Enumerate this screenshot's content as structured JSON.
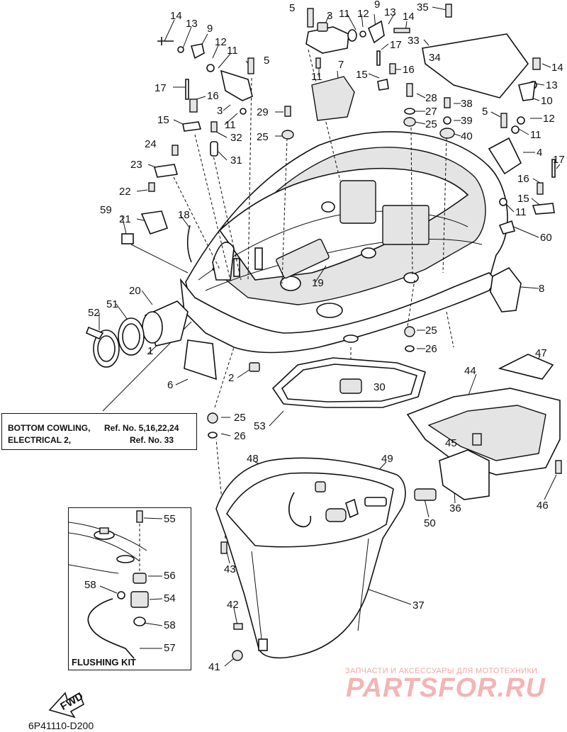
{
  "callouts": [
    {
      "id": "c14a",
      "text": "14"
    },
    {
      "id": "c13a",
      "text": "13"
    },
    {
      "id": "c9a",
      "text": "9"
    },
    {
      "id": "c12a",
      "text": "12"
    },
    {
      "id": "c11a",
      "text": "11"
    },
    {
      "id": "c5a",
      "text": "5"
    },
    {
      "id": "c17a",
      "text": "17"
    },
    {
      "id": "c16a",
      "text": "16"
    },
    {
      "id": "c3a",
      "text": "3"
    },
    {
      "id": "c11b",
      "text": "11"
    },
    {
      "id": "c15a",
      "text": "15"
    },
    {
      "id": "c32",
      "text": "32"
    },
    {
      "id": "c31",
      "text": "31"
    },
    {
      "id": "c24",
      "text": "24"
    },
    {
      "id": "c23",
      "text": "23"
    },
    {
      "id": "c22",
      "text": "22"
    },
    {
      "id": "c59",
      "text": "59"
    },
    {
      "id": "c21",
      "text": "21"
    },
    {
      "id": "c18",
      "text": "18"
    },
    {
      "id": "c5b",
      "text": "5"
    },
    {
      "id": "c3b",
      "text": "3"
    },
    {
      "id": "c11c",
      "text": "11"
    },
    {
      "id": "c12b",
      "text": "12"
    },
    {
      "id": "c9b",
      "text": "9"
    },
    {
      "id": "c13b",
      "text": "13"
    },
    {
      "id": "c14b",
      "text": "14"
    },
    {
      "id": "c33",
      "text": "33"
    },
    {
      "id": "c35",
      "text": "35"
    },
    {
      "id": "c17b",
      "text": "17"
    },
    {
      "id": "c11d",
      "text": "11"
    },
    {
      "id": "c7",
      "text": "7"
    },
    {
      "id": "c15b",
      "text": "15"
    },
    {
      "id": "c16b",
      "text": "16"
    },
    {
      "id": "c34",
      "text": "34"
    },
    {
      "id": "c29",
      "text": "29"
    },
    {
      "id": "c25a",
      "text": "25"
    },
    {
      "id": "c28",
      "text": "28"
    },
    {
      "id": "c27",
      "text": "27"
    },
    {
      "id": "c25b",
      "text": "25"
    },
    {
      "id": "c38",
      "text": "38"
    },
    {
      "id": "c39",
      "text": "39"
    },
    {
      "id": "c40",
      "text": "40"
    },
    {
      "id": "c14c",
      "text": "14"
    },
    {
      "id": "c13c",
      "text": "13"
    },
    {
      "id": "c10",
      "text": "10"
    },
    {
      "id": "c5c",
      "text": "5"
    },
    {
      "id": "c12c",
      "text": "12"
    },
    {
      "id": "c11e",
      "text": "11"
    },
    {
      "id": "c4",
      "text": "4"
    },
    {
      "id": "c17c",
      "text": "17"
    },
    {
      "id": "c16c",
      "text": "16"
    },
    {
      "id": "c15c",
      "text": "15"
    },
    {
      "id": "c11f",
      "text": "11"
    },
    {
      "id": "c60",
      "text": "60"
    },
    {
      "id": "c8",
      "text": "8"
    },
    {
      "id": "c19",
      "text": "19"
    },
    {
      "id": "c20",
      "text": "20"
    },
    {
      "id": "c51",
      "text": "51"
    },
    {
      "id": "c52",
      "text": "52"
    },
    {
      "id": "c1",
      "text": "1"
    },
    {
      "id": "c6",
      "text": "6"
    },
    {
      "id": "c2",
      "text": "2"
    },
    {
      "id": "c25c",
      "text": "25"
    },
    {
      "id": "c26a",
      "text": "26"
    },
    {
      "id": "c30",
      "text": "30"
    },
    {
      "id": "c53",
      "text": "53"
    },
    {
      "id": "c44",
      "text": "44"
    },
    {
      "id": "c47",
      "text": "47"
    },
    {
      "id": "c25d",
      "text": "25"
    },
    {
      "id": "c26b",
      "text": "26"
    },
    {
      "id": "c45",
      "text": "45"
    },
    {
      "id": "c36",
      "text": "36"
    },
    {
      "id": "c46",
      "text": "46"
    },
    {
      "id": "c48",
      "text": "48"
    },
    {
      "id": "c49",
      "text": "49"
    },
    {
      "id": "c50",
      "text": "50"
    },
    {
      "id": "c43",
      "text": "43"
    },
    {
      "id": "c37",
      "text": "37"
    },
    {
      "id": "c42",
      "text": "42"
    },
    {
      "id": "c41",
      "text": "41"
    },
    {
      "id": "c55",
      "text": "55"
    },
    {
      "id": "c56",
      "text": "56"
    },
    {
      "id": "c58a",
      "text": "58"
    },
    {
      "id": "c54",
      "text": "54"
    },
    {
      "id": "c58b",
      "text": "58"
    },
    {
      "id": "c57",
      "text": "57"
    }
  ],
  "note": {
    "row1_left": "BOTTOM COWLING,",
    "row1_right": "Ref. No. 5,16,22,24",
    "row2_left": "ELECTRICAL 2,",
    "row2_right": "Ref. No. 33"
  },
  "flushing_kit": {
    "title": "FLUSHING KIT"
  },
  "fwd_label": "FWD",
  "drawing_number": "6P41110-D200",
  "watermark": {
    "caption": "ЗАПЧАСТИ И АКСЕССУАРЫ ДЛЯ МОТОТЕХНИКИ",
    "logo": "PARTSFOR.RU"
  },
  "colors": {
    "line": "#111111",
    "watermark": "#f4b4b4"
  }
}
